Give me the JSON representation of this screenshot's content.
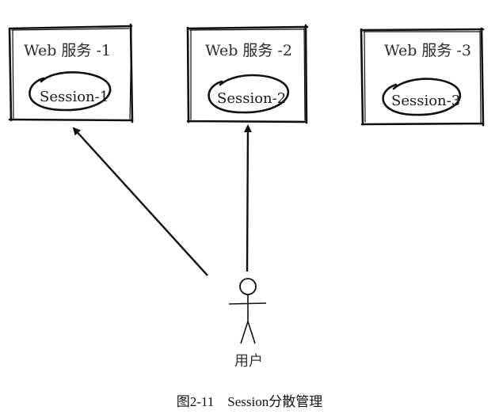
{
  "diagram": {
    "servers": [
      {
        "title": "Web 服务 -1",
        "session": "Session-1"
      },
      {
        "title": "Web 服务 -2",
        "session": "Session-2"
      },
      {
        "title": "Web 服务 -3",
        "session": "Session-3"
      }
    ],
    "user": {
      "label": "用户"
    },
    "caption": "图2-11    Session分散管理"
  }
}
